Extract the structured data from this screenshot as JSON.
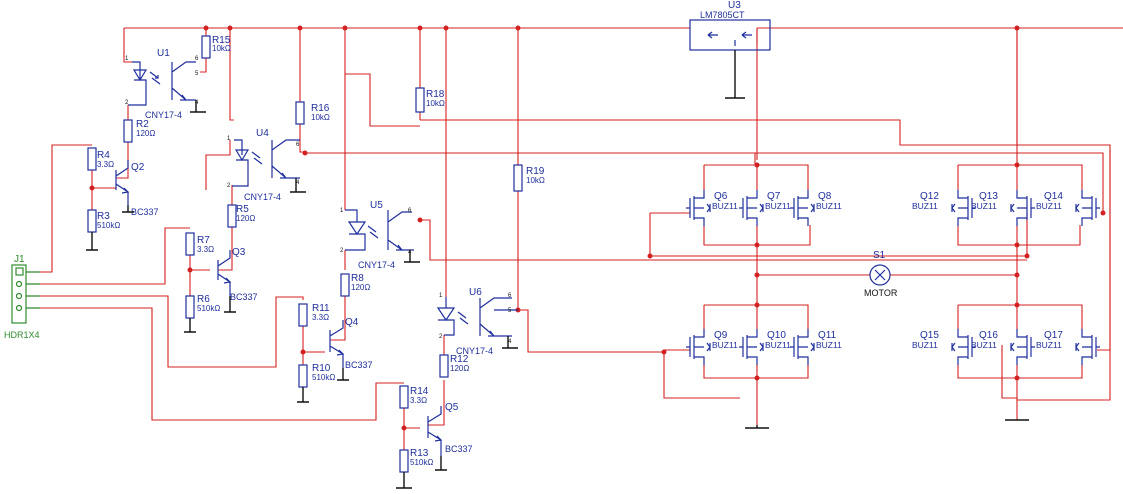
{
  "labels": {
    "U1": "U1",
    "U4": "U4",
    "U5": "U5",
    "U6": "U6",
    "opto_part": "CNY17-4",
    "R15": "R15",
    "R16": "R16",
    "R18": "R18",
    "R19": "R19",
    "r10k": "10kΩ",
    "R2": "R2",
    "R5": "R5",
    "R8": "R8",
    "R12": "R12",
    "r120": "120Ω",
    "R4": "R4",
    "R7": "R7",
    "R11": "R11",
    "R14": "R14",
    "r33": "3.3Ω",
    "R3": "R3",
    "R6": "R6",
    "R10": "R10",
    "R13": "R13",
    "r510k": "510kΩ",
    "Q2": "Q2",
    "Q3": "Q3",
    "Q4": "Q4",
    "Q5": "Q5",
    "bjt_part": "BC337",
    "Q6": "Q6",
    "Q7": "Q7",
    "Q8": "Q8",
    "Q9": "Q9",
    "Q10": "Q10",
    "Q11": "Q11",
    "Q12": "Q12",
    "Q13": "Q13",
    "Q14": "Q14",
    "Q15": "Q15",
    "Q16": "Q16",
    "Q17": "Q17",
    "mos_part": "BUZ11",
    "U3": "U3",
    "reg_part": "LM7805CT",
    "S1": "S1",
    "motor": "MOTOR",
    "J1": "J1",
    "hdr_part": "HDR1X4",
    "pin1": "1",
    "pin2": "2",
    "pin4": "4",
    "pin5": "5",
    "pin6": "6"
  },
  "colors": {
    "wire": "#d42020",
    "component": "#1f2f9e",
    "ground": "#111111",
    "header": "#2e8b2e"
  },
  "icons": {
    "ground": "ground-symbol",
    "motor": "motor-symbol",
    "regulator": "voltage-regulator-symbol"
  }
}
